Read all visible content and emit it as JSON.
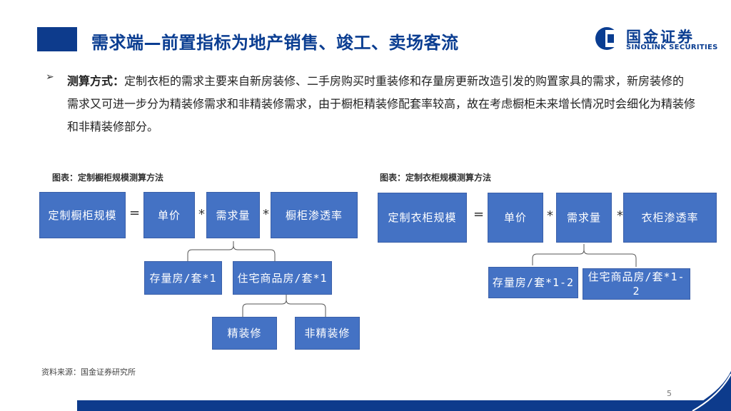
{
  "header": {
    "title": "需求端—前置指标为地产销售、竣工、卖场客流",
    "logo_cn": "国金证券",
    "logo_en": "SINOLINK SECURITIES"
  },
  "body": {
    "bullet_label": "测算方式：",
    "bullet_text": "定制衣柜的需求主要来自新房装修、二手房购买时重装修和存量房更新改造引发的购置家具的需求，新房装修的需求又可进一步分为精装修需求和非精装修需求，由于橱柜精装修配套率较高，故在考虑橱柜未来增长情况时会细化为精装修和非精装修部分。"
  },
  "left_diagram": {
    "caption": "图表：定制橱柜规模测算方法",
    "result": "定制橱柜规模",
    "eq": "=",
    "price": "单价",
    "mul1": "*",
    "demand": "需求量",
    "mul2": "*",
    "penetration": "橱柜渗透率",
    "stock": "存量房/套*1",
    "new_house": "住宅商品房/套*1",
    "fine": "精装修",
    "non_fine": "非精装修"
  },
  "right_diagram": {
    "caption": "图表：定制衣柜规模测算方法",
    "result": "定制衣柜规模",
    "eq": "=",
    "price": "单价",
    "mul1": "*",
    "demand": "需求量",
    "mul2": "*",
    "penetration": "衣柜渗透率",
    "stock": "存量房/套*1-2",
    "new_house": "住宅商品房/套*1-2"
  },
  "footer": {
    "source": "资料来源：国金证券研究所",
    "page": "5"
  },
  "colors": {
    "brand": "#0a3d91",
    "box_fill": "#4472c4"
  }
}
